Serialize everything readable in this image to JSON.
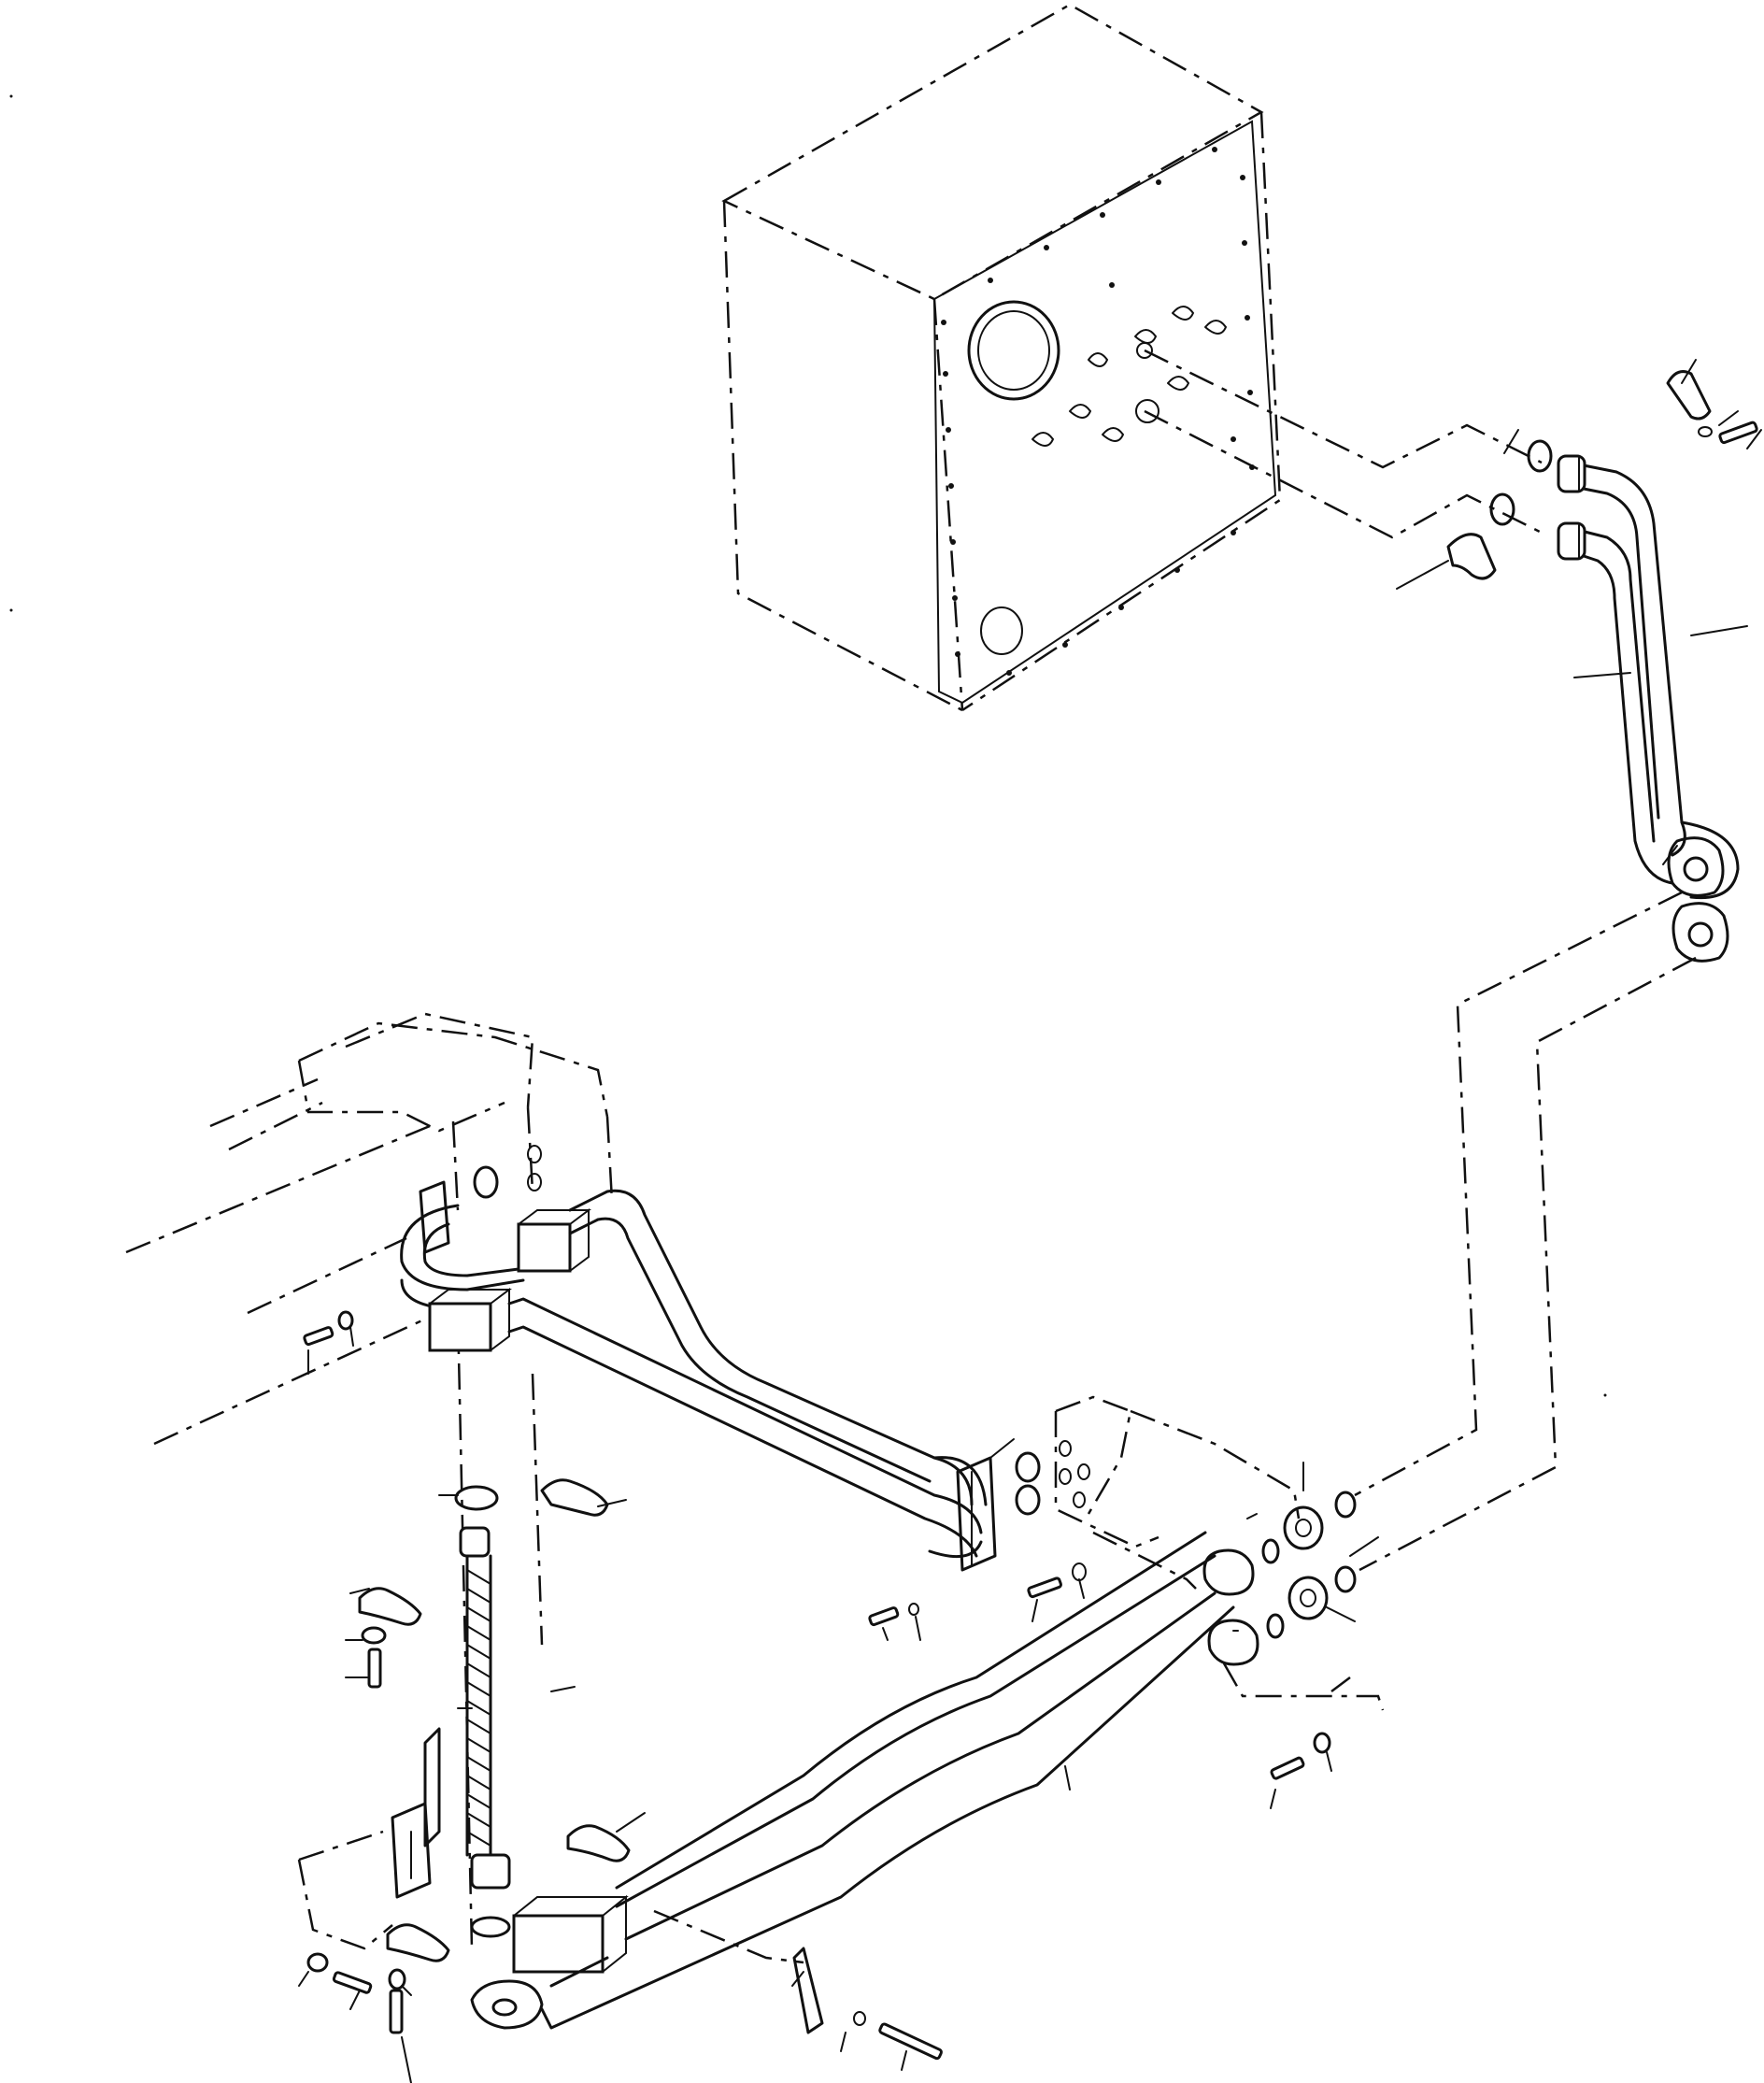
{
  "diagram": {
    "kind": "exploded-parts-view",
    "components": [
      "transmission-case",
      "oil-tube-upper-pair",
      "flanges-and-o-rings",
      "connector-block-assembly",
      "oil-tube-middle-pair",
      "oil-tube-lower-pair",
      "flexible-hose",
      "mounting-brackets",
      "bolts-and-washers"
    ],
    "text_labels": []
  }
}
